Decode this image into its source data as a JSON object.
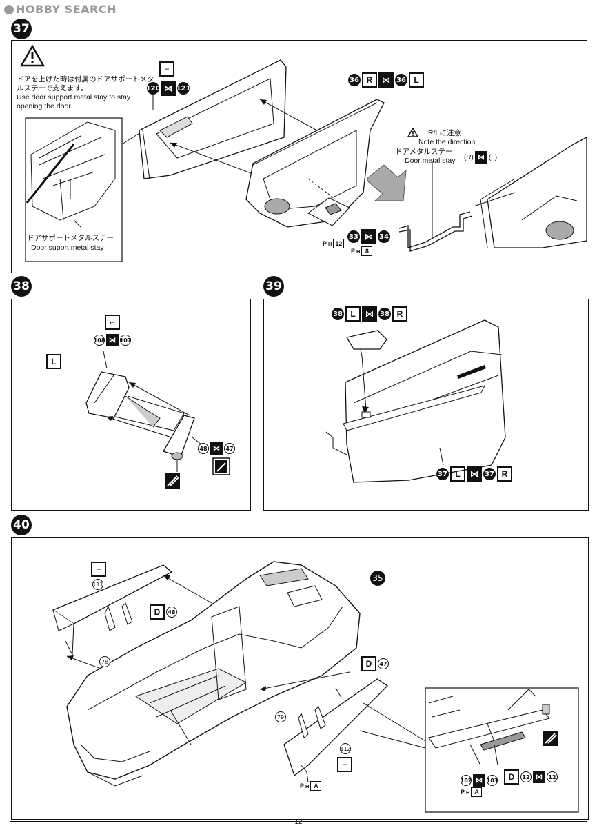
{
  "watermark": "HOBBY SEARCH",
  "page_number": "-12-",
  "steps": {
    "s37": {
      "number": "37",
      "warning_jp": "ドアを上げた時は付属のドアサポートメタルステーで支えます。",
      "warning_en_1": "Use door support metal stay to stay",
      "warning_en_2": "opening the door.",
      "parts_top": {
        "a": "120",
        "b": "121"
      },
      "door_label": {
        "a": "36",
        "al": "R",
        "b": "36",
        "bl": "L"
      },
      "note_jp": "R/Lに注意",
      "note_en": "Note the direction",
      "stay_jp": "ドアメタルステー",
      "stay_en": "Door metal stay",
      "stay_r": "(R)",
      "stay_l": "(L)",
      "support_jp": "ドアサポートメタルステー",
      "support_en": "Door suport metal stay",
      "parts_mid": {
        "a": "33",
        "b": "34"
      },
      "ph_a": "12",
      "ph_b": "8"
    },
    "s38": {
      "number": "38",
      "side": "L",
      "parts_top": {
        "a": "108",
        "b": "107"
      },
      "parts_mid": {
        "a": "48",
        "b": "47"
      }
    },
    "s39": {
      "number": "39",
      "mirror_label": {
        "a": "38",
        "al": "L",
        "b": "38",
        "bl": "R"
      },
      "door_label": {
        "a": "37",
        "al": "L",
        "b": "37",
        "bl": "R"
      }
    },
    "s40": {
      "number": "40",
      "body_label": "35",
      "part_111": "111",
      "part_78": "78",
      "d48": {
        "letter": "D",
        "num": "48"
      },
      "d47": {
        "letter": "D",
        "num": "47"
      },
      "part_79": "79",
      "part_112": "112",
      "ph_a": "A",
      "inset_parts": {
        "a": "102",
        "b": "103"
      },
      "inset_ph": "A",
      "inset_d": {
        "letter": "D",
        "a": "12",
        "b": "12"
      }
    }
  }
}
